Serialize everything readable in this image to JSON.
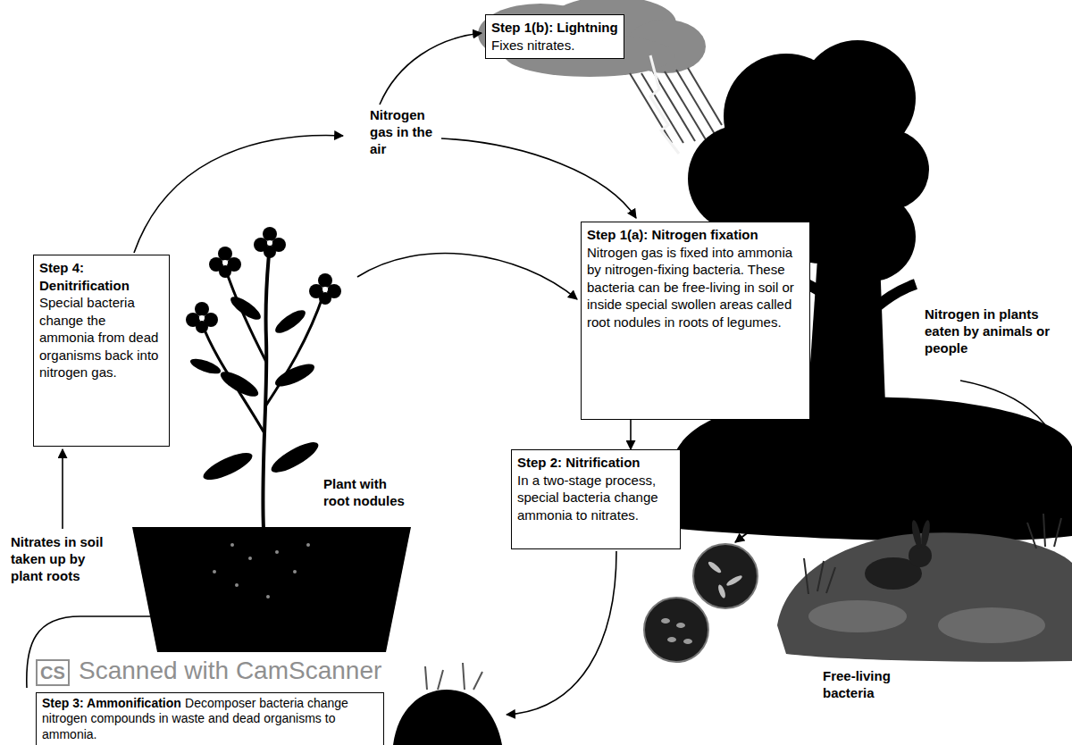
{
  "diagram": {
    "nodes": [
      {
        "text": [
          "Step 1(b): Lightning",
          "Fixes nitrates."
        ]
      },
      {
        "text": [
          "Step 1(a): Nitrogen fixation",
          "Nitrogen gas is fixed into ammonia by nitrogen-fixing bacteria. These bacteria can be free-living in soil or inside special swollen areas called root nodules in roots of legumes."
        ]
      },
      {
        "text": [
          "Step 4: Denitrification",
          "Special bacteria change the ammonia from dead organisms back into nitrogen gas."
        ]
      },
      {
        "text": [
          "Step 2: Nitrification",
          "In a two-stage process, special bacteria change ammonia to nitrates."
        ]
      },
      {
        "text": [
          "Step 3: Ammonification",
          "Decomposer bacteria change nitrogen compounds in waste and dead organisms to ammonia."
        ]
      }
    ],
    "edges": [
      {
        "from": 1,
        "to": 3,
        "arrow": "to"
      }
    ],
    "labels": [
      "Nitrogen gas in the air",
      "Nitrogen in plants eaten by animals or people",
      "Plant with root nodules",
      "Nitrates in soil taken up by plant roots",
      "Free-living bacteria",
      "CS",
      "Scanned with CamScanner"
    ]
  }
}
